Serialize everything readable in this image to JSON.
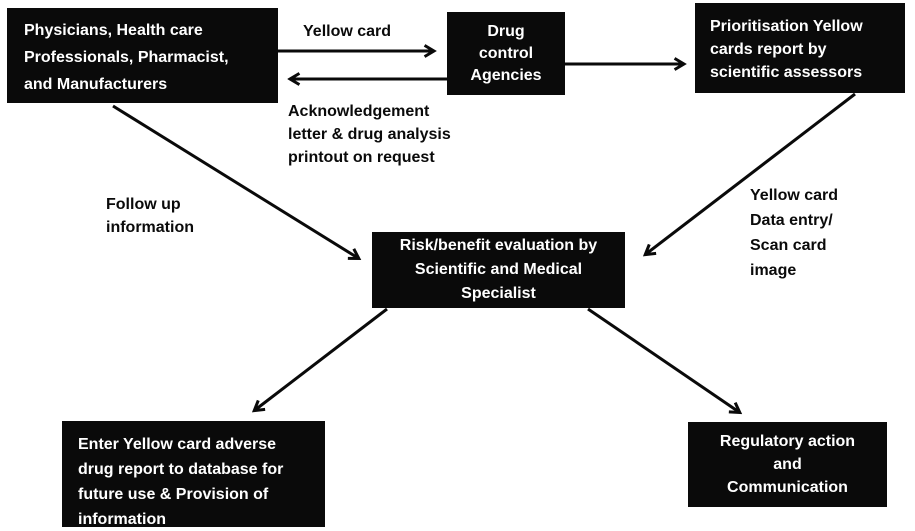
{
  "diagram_title": "",
  "colors": {
    "background": "#ffffff",
    "node_fill": "#0a0a0a",
    "node_text": "#ffffff",
    "arrow": "#0a0a0a",
    "label_text": "#0a0a0a"
  },
  "nodes": {
    "reporters": {
      "text": "Physicians, Health care\nProfessionals, Pharmacist,\nand Manufacturers"
    },
    "drug_control": {
      "text": "Drug\ncontrol\nAgencies"
    },
    "prioritisation": {
      "text": "Prioritisation Yellow\ncards report by\nscientific assessors"
    },
    "risk_benefit": {
      "text": "Risk/benefit evaluation by\nScientific and Medical\nSpecialist"
    },
    "database": {
      "text": "Enter Yellow card adverse\ndrug report to database for\nfuture use & Provision of\ninformation"
    },
    "regulatory": {
      "text": "Regulatory action\nand\nCommunication"
    }
  },
  "edges": [
    {
      "from": "reporters",
      "to": "drug_control",
      "label": "Yellow card"
    },
    {
      "from": "drug_control",
      "to": "reporters",
      "label": "Acknowledgement\nletter & drug analysis\nprintout on request"
    },
    {
      "from": "drug_control",
      "to": "prioritisation",
      "label": ""
    },
    {
      "from": "reporters",
      "to": "risk_benefit",
      "label": "Follow up\ninformation"
    },
    {
      "from": "prioritisation",
      "to": "risk_benefit",
      "label": "Yellow card\nData entry/\nScan card\nimage"
    },
    {
      "from": "risk_benefit",
      "to": "database",
      "label": ""
    },
    {
      "from": "risk_benefit",
      "to": "regulatory",
      "label": ""
    }
  ]
}
